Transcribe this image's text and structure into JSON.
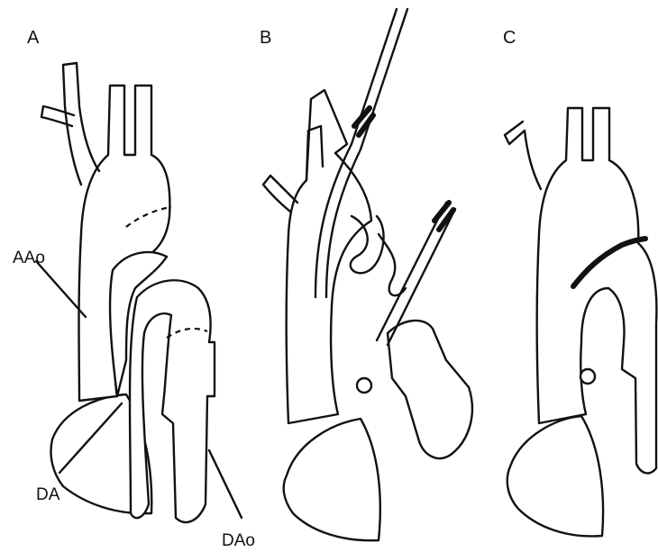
{
  "panels": [
    {
      "id": "A",
      "label": "A"
    },
    {
      "id": "B",
      "label": "B"
    },
    {
      "id": "C",
      "label": "C"
    }
  ],
  "annotations": {
    "aao": "AAo",
    "da": "DA",
    "dao": "DAo"
  }
}
